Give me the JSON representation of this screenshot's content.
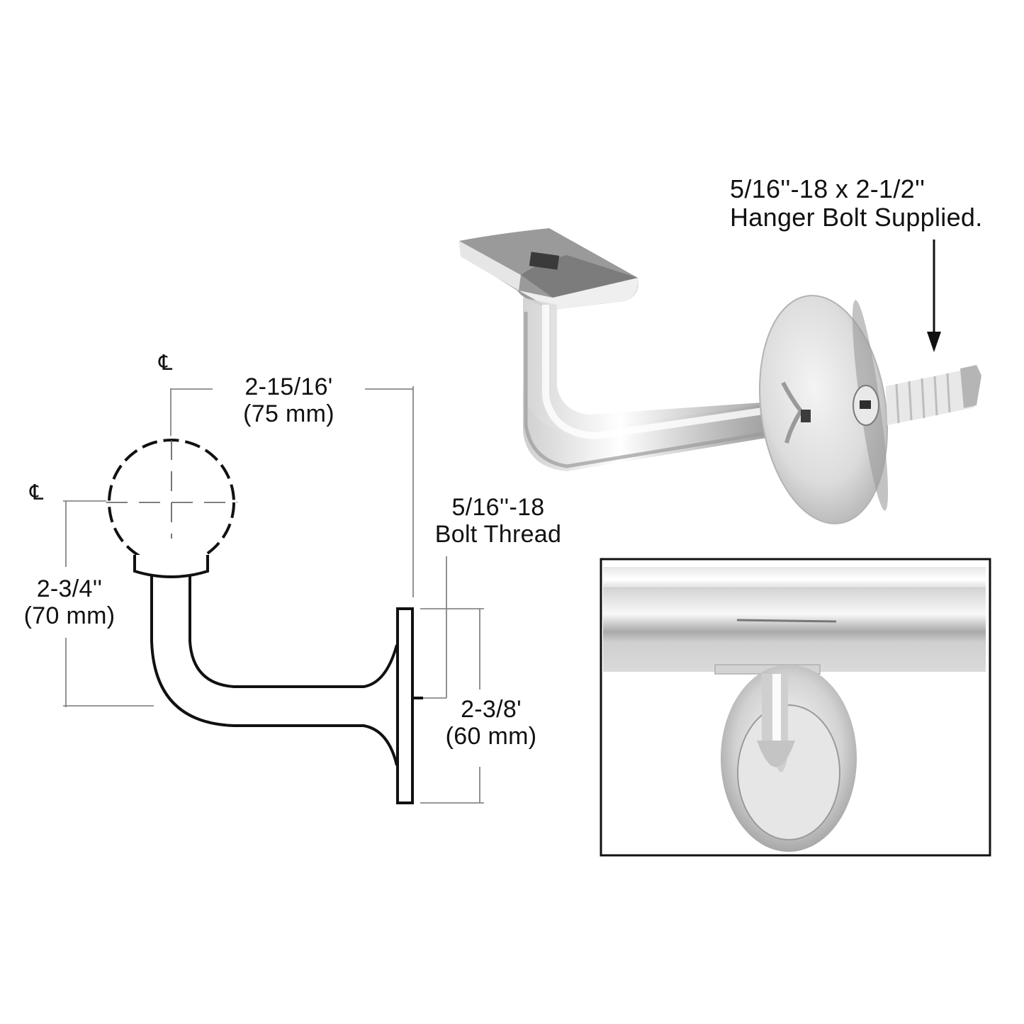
{
  "diagram": {
    "subject": "Handrail bracket with hanger bolt",
    "centerline_symbol": "℄",
    "dimensions": {
      "horizontal_offset": {
        "imperial": "2-15/16'",
        "metric": "(75 mm)"
      },
      "vertical_offset": {
        "imperial": "2-3/4''",
        "metric": "(70 mm)"
      },
      "flange_height": {
        "imperial": "2-3/8'",
        "metric": "(60 mm)"
      }
    },
    "callouts": {
      "bolt_thread": {
        "line1": "5/16''-18",
        "line2": "Bolt Thread"
      },
      "hanger_bolt": {
        "line1": "5/16''-18 x 2-1/2''",
        "line2": "Hanger Bolt Supplied."
      }
    },
    "photos": {
      "bracket_photo": "bracket-3d-photo",
      "installed_photo": "installed-rail-photo"
    },
    "colors": {
      "line": "#111111",
      "dim_line": "#777777",
      "chrome_light": "#f2f2f2",
      "chrome_mid": "#c8c8c8",
      "chrome_dark": "#7a7a7a",
      "frame": "#111111"
    }
  }
}
